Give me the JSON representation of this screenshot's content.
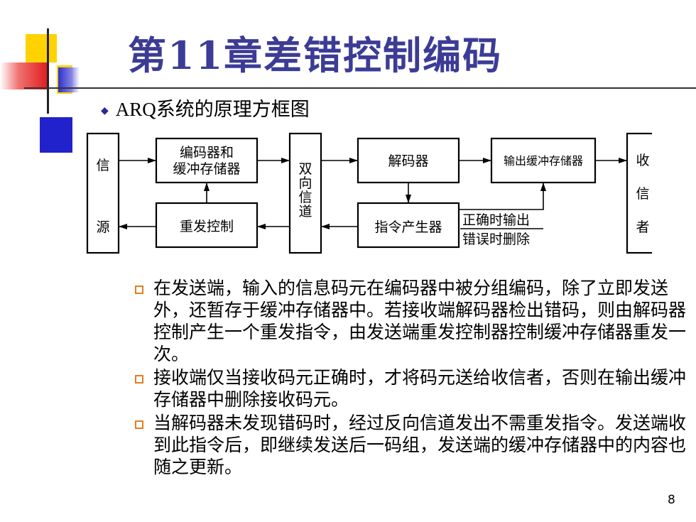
{
  "title": "第11章差错控制编码",
  "subtitle": "ARQ系统的原理方框图",
  "diagram": {
    "source_top": "信",
    "source_bottom": "源",
    "encoder_line1": "编码器和",
    "encoder_line2": "缓冲存储器",
    "retransmit": "重发控制",
    "channel": [
      "双",
      "向",
      "信",
      "道"
    ],
    "decoder": "解码器",
    "instruction": "指令产生器",
    "output_buffer": "输出缓冲存储器",
    "note_line1": "正确时输出",
    "note_line2": "错误时删除",
    "receiver": [
      "收",
      "信",
      "者"
    ]
  },
  "bullets": [
    "在发送端，输入的信息码元在编码器中被分组编码，除了立即发送外，还暂存于缓冲存储器中。若接收端解码器检出错码，则由解码器控制产生一个重发指令，由发送端重发控制器控制缓冲存储器重发一次。",
    "接收端仅当接收码元正确时，才将码元送给收信者，否则在输出缓冲存储器中删除接收码元。",
    "当解码器未发现错码时，经过反向信道发出不需重发指令。发送端收到此指令后，即继续发送后一码组，发送端的缓冲存储器中的内容也随之更新。"
  ],
  "page_number": "8",
  "colors": {
    "title": "#3c3c96",
    "bullet_square": "#e08020",
    "accent_blue": "#2222cc",
    "accent_yellow": "#ffd200",
    "accent_red": "#e02020"
  }
}
